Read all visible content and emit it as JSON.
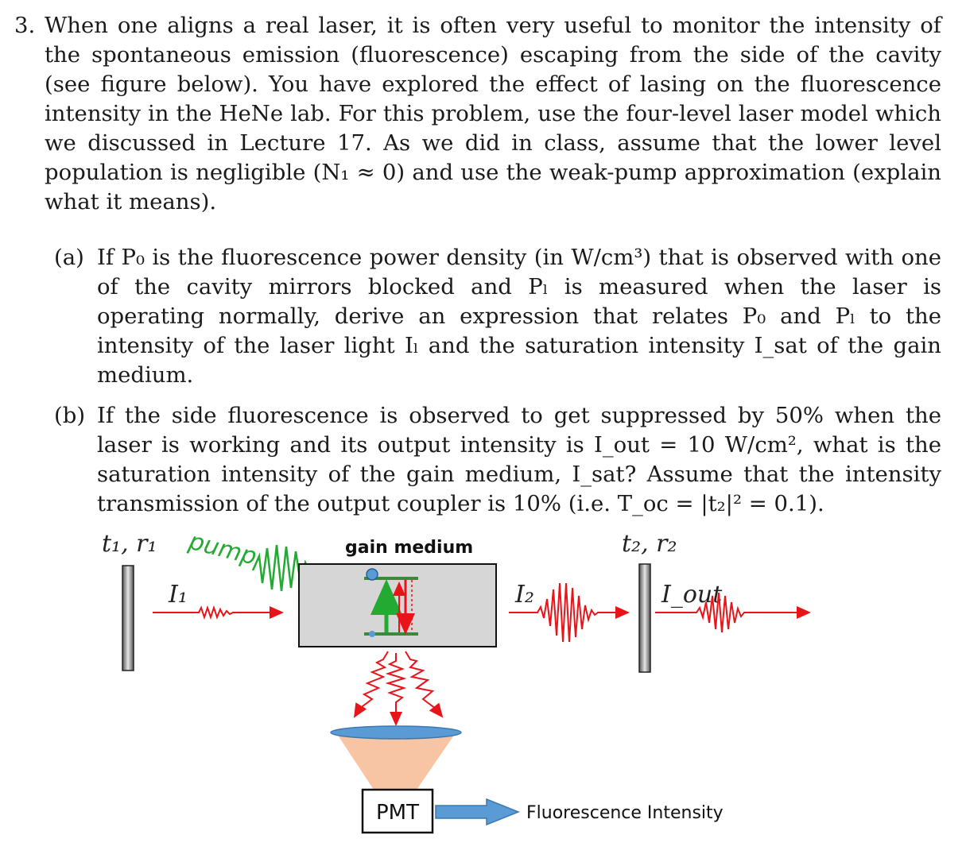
{
  "problem": {
    "number": "3.",
    "intro": "When one aligns a real laser, it is often very useful to monitor the intensity of the spontaneous emission (fluorescence) escaping from the side of the cavity (see figure below). You have explored the effect of lasing on the fluorescence intensity in the HeNe lab. For this problem, use the four-level laser model which we discussed in Lecture 17. As we did in class, assume that the lower level population is negligible (N₁ ≈ 0) and use the weak-pump approximation (explain what it means).",
    "parts": [
      {
        "label": "(a)",
        "text": "If P₀ is the fluorescence power density (in W/cm³) that is observed with one of the cavity mirrors blocked and Pₗ is measured when the laser is operating normally, derive an expression that relates P₀ and Pₗ to the intensity of the laser light Iₗ and the saturation intensity I_sat of the gain medium."
      },
      {
        "label": "(b)",
        "text": "If the side fluorescence is observed to get suppressed by 50% when the laser is working and its output intensity is I_out = 10 W/cm², what is the saturation intensity of the gain medium, I_sat? Assume that the intensity transmission of the output coupler is 10% (i.e. T_oc = |t₂|² = 0.1)."
      }
    ]
  },
  "figure": {
    "mirror1_label": "t₁, r₁",
    "mirror2_label": "t₂, r₂",
    "pump_label": "pump",
    "gain_label": "gain medium",
    "i1_label": "I₁",
    "i2_label": "I₂",
    "iout_label": "I_out",
    "pmt_label": "PMT",
    "output_label": "Fluorescence Intensity"
  },
  "colors": {
    "pump": "#22aa33",
    "beam": "#e8141a",
    "arrow": "#4a8fd4",
    "cone": "#f7c5a3",
    "lens": "#5b9bd5"
  }
}
